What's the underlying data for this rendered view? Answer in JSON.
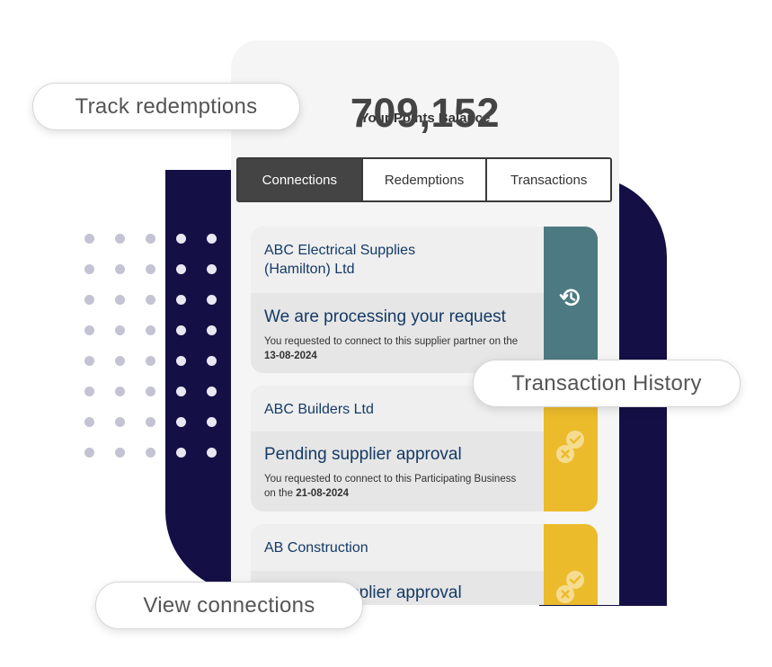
{
  "balance": {
    "label": "Your Points Balance",
    "value": "709,152"
  },
  "tabs": [
    {
      "label": "Connections",
      "active": true
    },
    {
      "label": "Redemptions",
      "active": false
    },
    {
      "label": "Transactions",
      "active": false
    }
  ],
  "cards": [
    {
      "name_line1": "ABC Electrical Supplies",
      "name_line2": "(Hamilton) Ltd",
      "status": "We are processing your request",
      "desc": "You requested to connect to this supplier partner on the",
      "date": "13-08-2024",
      "icon": "history-icon",
      "side_color": "#4d7a82"
    },
    {
      "name_line1": "ABC Builders Ltd",
      "status": "Pending supplier approval",
      "desc": "You requested to connect to this Participating Business on the",
      "date": "21-08-2024",
      "icon": "approval-pending-icon",
      "side_color": "#ebbb2c"
    },
    {
      "name_line1": "AB Construction",
      "status": "Pending supplier approval",
      "icon": "approval-pending-icon",
      "side_color": "#ebbb2c"
    }
  ],
  "callouts": {
    "track": "Track redemptions",
    "history": "Transaction History",
    "connections": "View connections"
  },
  "colors": {
    "navy": "#140f45",
    "teal": "#4d7a82",
    "yellow": "#ebbb2c",
    "text_blue": "#143a66"
  }
}
